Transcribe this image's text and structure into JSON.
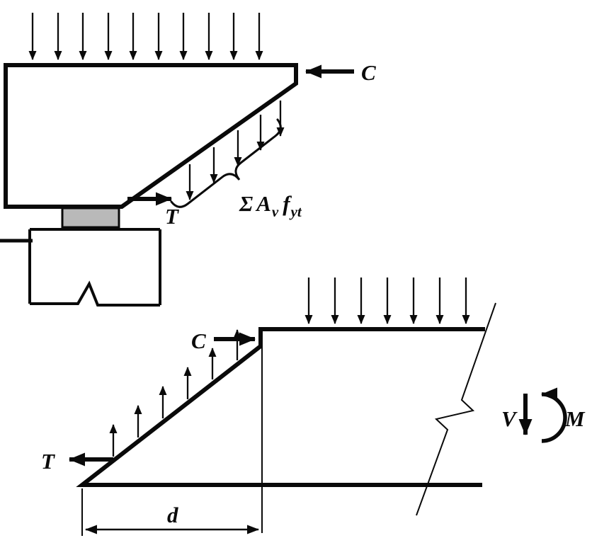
{
  "figure": {
    "colors": {
      "ink": "#0a0a0a",
      "pad_fill": "#b9b9b9"
    },
    "top": {
      "compression": "C",
      "tension": "T",
      "stirrup": {
        "sigma": "Σ",
        "area": "A",
        "area_sub": "v",
        "stress": "f",
        "stress_sub": "yt"
      }
    },
    "bottom": {
      "compression": "C",
      "tension": "T",
      "dimension": "d",
      "shear": "V",
      "moment": "M"
    }
  }
}
